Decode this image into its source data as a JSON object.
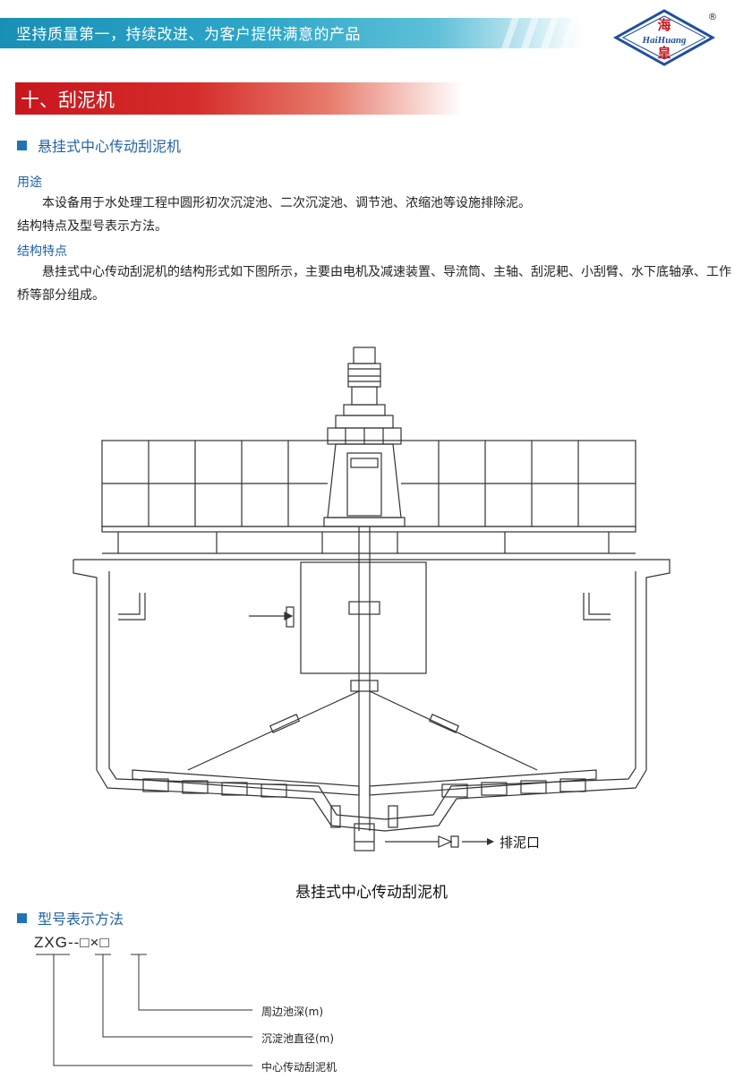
{
  "banner": {
    "slogan": "坚持质量第一，持续改进、为客户提供满意的产品"
  },
  "logo": {
    "cn_top": "海",
    "en": "HaiHuang",
    "cn_bottom": "皇",
    "registered": "®"
  },
  "section": {
    "title": "十、刮泥机"
  },
  "subsection1": {
    "title": "悬挂式中心传动刮泥机"
  },
  "usage": {
    "label": "用途",
    "text": "本设备用于水处理工程中圆形初次沉淀池、二次沉淀池、调节池、浓缩池等设施排除泥。",
    "note": "结构特点及型号表示方法。"
  },
  "structure": {
    "label": "结构特点",
    "text": "悬挂式中心传动刮泥机的结构形式如下图所示，主要由电机及减速装置、导流筒、主轴、刮泥耙、小刮臂、水下底轴承、工作桥等部分组成。"
  },
  "drawing": {
    "outlet_label": "排泥口",
    "caption": "悬挂式中心传动刮泥机"
  },
  "subsection2": {
    "title": "型号表示方法"
  },
  "model": {
    "code": "ZXG--□×□",
    "legend": [
      "周边池深(m)",
      "沉淀池直径(m)",
      "中心传动刮泥机"
    ]
  },
  "colors": {
    "banner_blue": "#1a8fb6",
    "section_red": "#c8161d",
    "heading_blue": "#1f62a7",
    "logo_blue": "#1f4fa0"
  }
}
